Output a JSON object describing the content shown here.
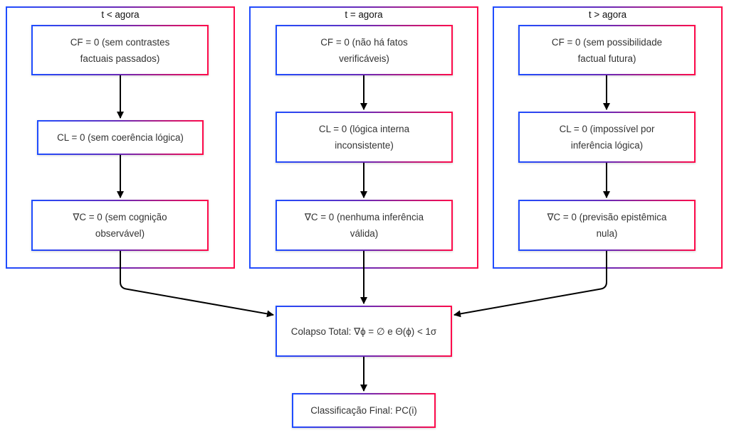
{
  "diagram": {
    "groups": [
      {
        "title": "t < agora",
        "nodes": [
          "CF = 0 (sem contrastes factuais passados)",
          "CL = 0 (sem coerência lógica)",
          "∇C = 0 (sem cognição observável)"
        ]
      },
      {
        "title": "t = agora",
        "nodes": [
          "CF = 0 (não há fatos verificáveis)",
          "CL = 0 (lógica interna inconsistente)",
          "∇C = 0 (nenhuma inferência válida)"
        ]
      },
      {
        "title": "t > agora",
        "nodes": [
          "CF = 0 (sem possibilidade factual futura)",
          "CL = 0 (impossível por inferência lógica)",
          "∇C = 0 (previsão epistêmica nula)"
        ]
      }
    ],
    "collapse_node": "Colapso Total: ∇ϕ = ∅ e Θ(ϕ) < 1σ",
    "final_node": "Classificação Final: PC(i)",
    "colors": {
      "gradient_start": "#1f4dff",
      "gradient_mid": "#6a2ab8",
      "gradient_end": "#ff0a4a",
      "edge": "#000000"
    }
  }
}
